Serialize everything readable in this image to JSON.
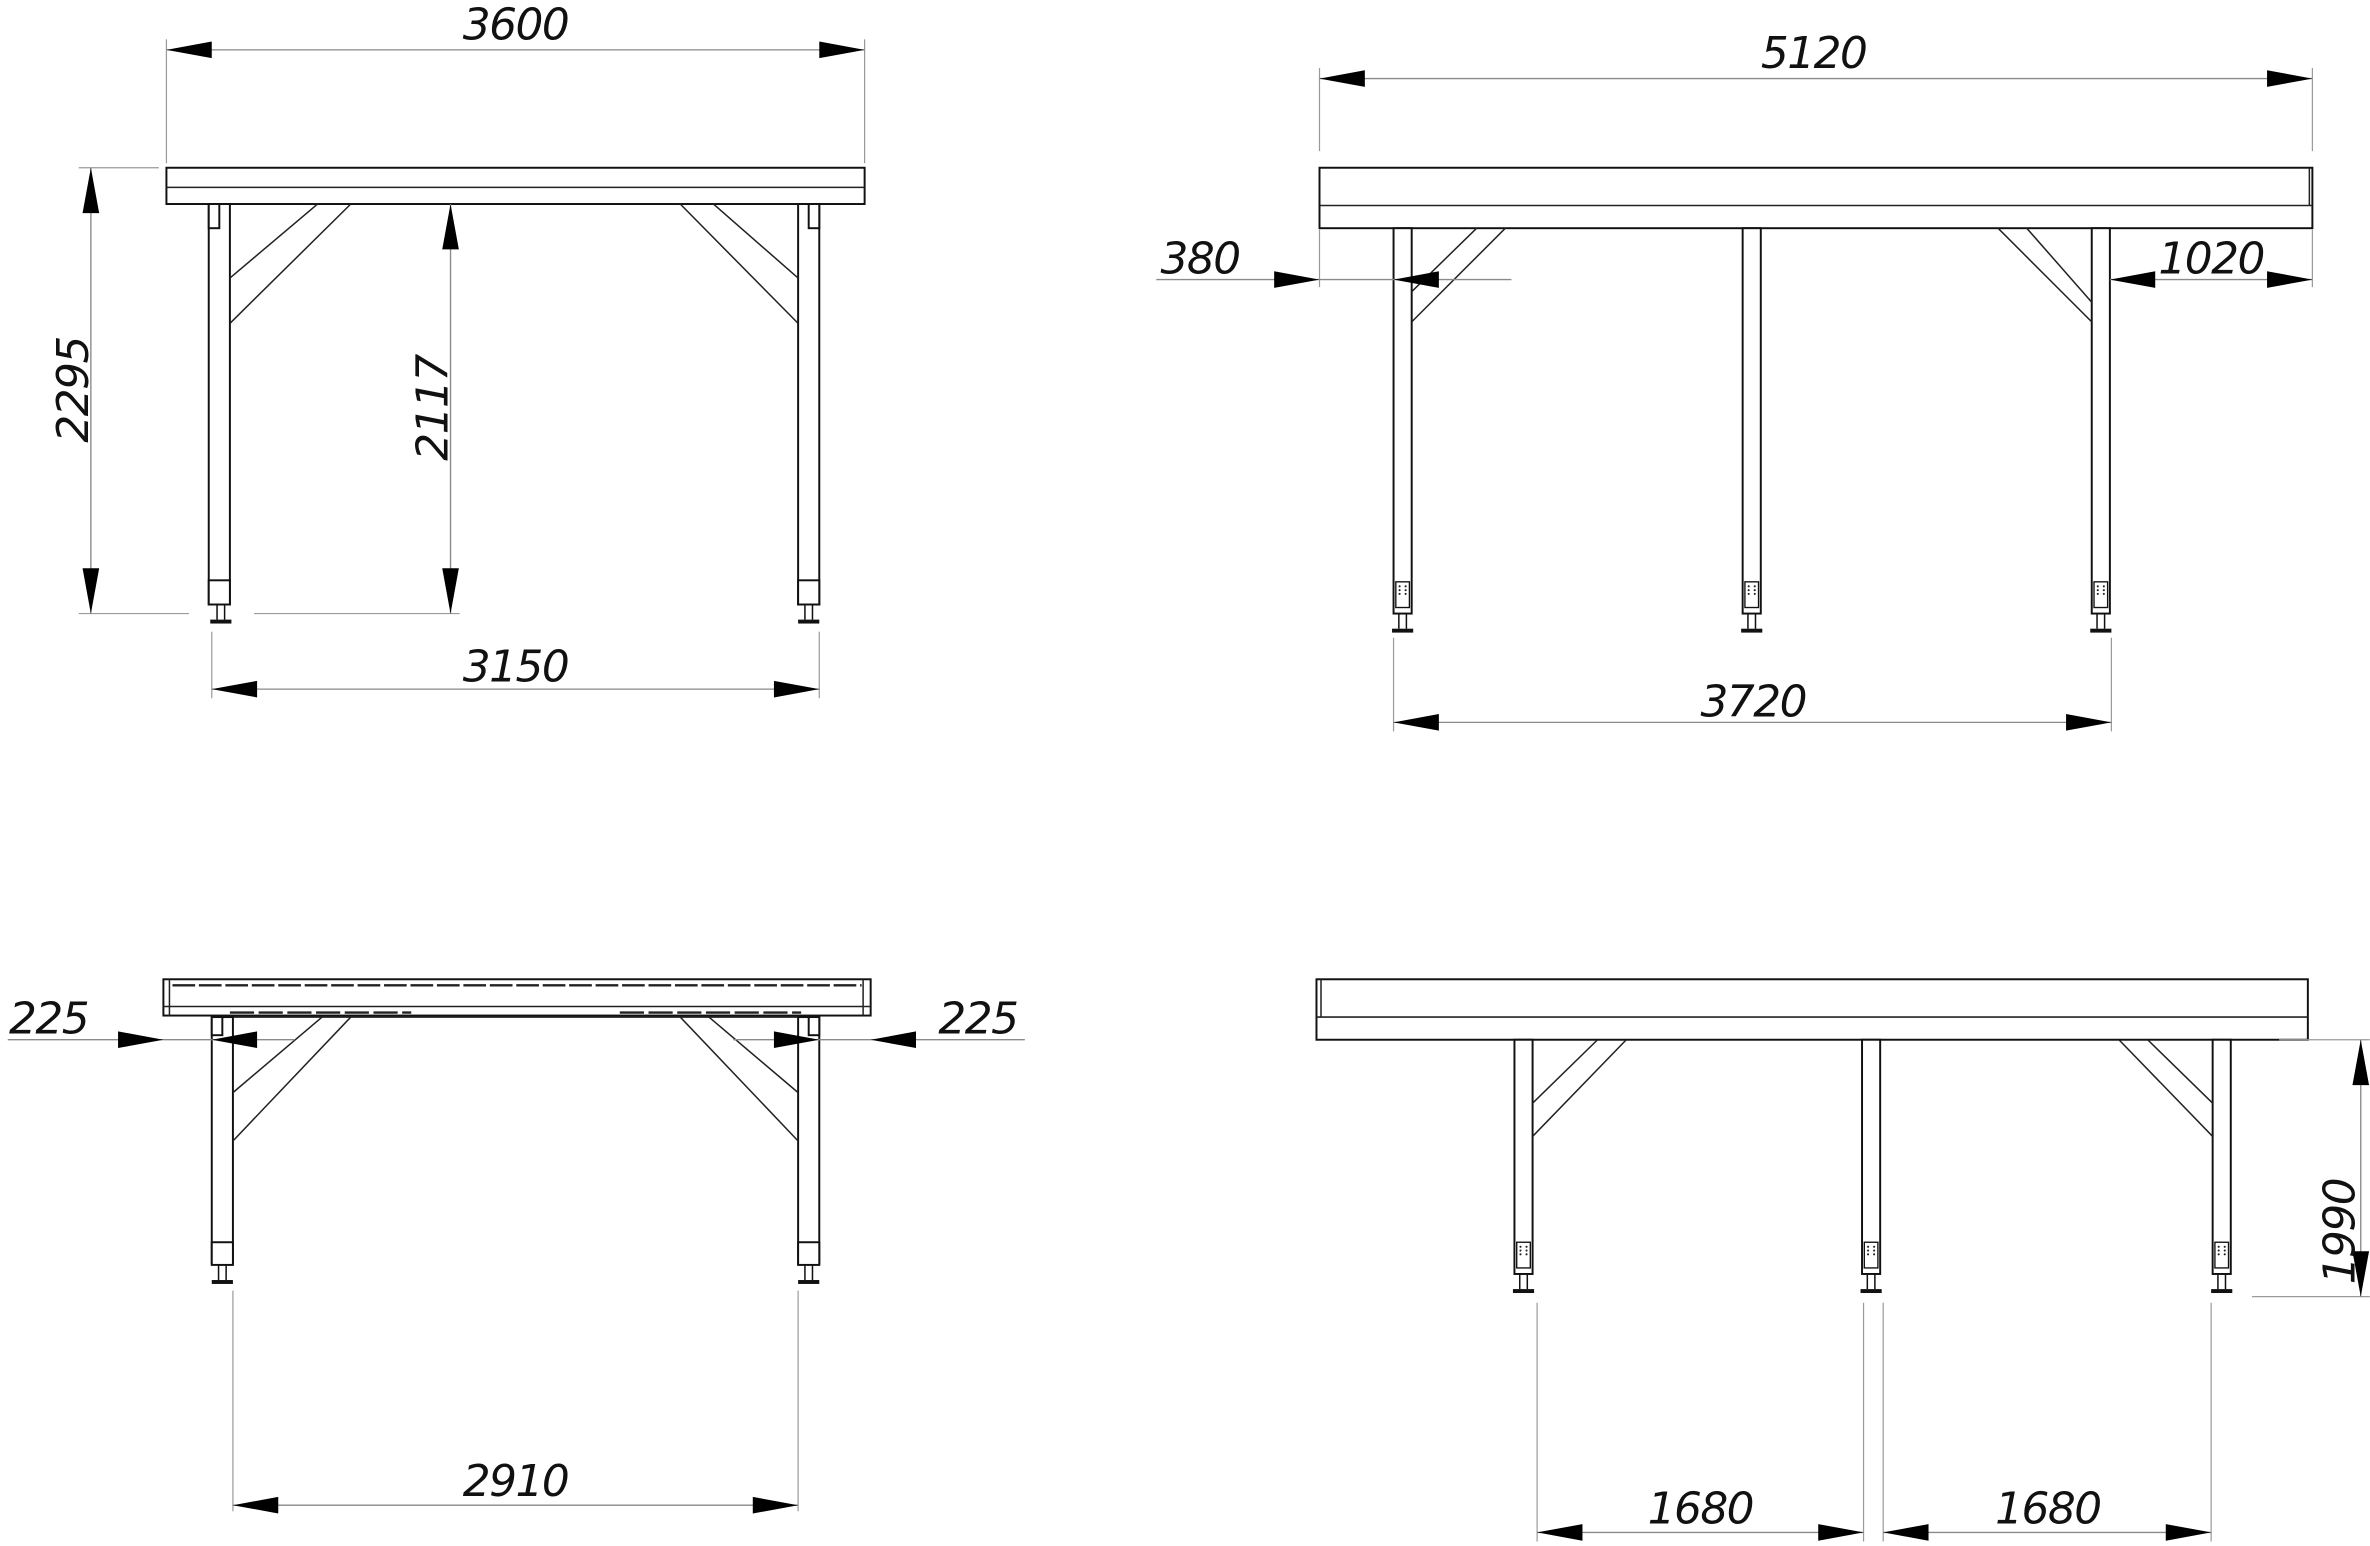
{
  "drawing": {
    "type": "technical dimension drawing",
    "subject": "steel frame table / platform, four orthographic views",
    "units_implied": "mm",
    "colors": {
      "line": "#111111",
      "dimension_line": "#8a8a8a",
      "background": "#ffffff"
    }
  },
  "views": [
    {
      "id": "top-left",
      "description": "end view, 2 legs with diagonal braces",
      "dimensions": {
        "overall_width": "3600",
        "overall_height": "2295",
        "clear_height": "2117",
        "leg_spacing": "3150"
      }
    },
    {
      "id": "top-right",
      "description": "side view, 3 legs with diagonal braces at outer legs",
      "dimensions": {
        "overall_length": "5120",
        "left_overhang": "380",
        "right_overhang": "1020",
        "outer_leg_spacing": "3720"
      }
    },
    {
      "id": "bottom-left",
      "description": "end view with slatted top, 2 legs",
      "dimensions": {
        "left_offset": "225",
        "right_offset": "225",
        "leg_spacing": "2910"
      }
    },
    {
      "id": "bottom-right",
      "description": "side view, 3 legs, equal spacing",
      "dimensions": {
        "leg_height": "1990",
        "spacing_left": "1680",
        "spacing_right": "1680"
      }
    }
  ]
}
